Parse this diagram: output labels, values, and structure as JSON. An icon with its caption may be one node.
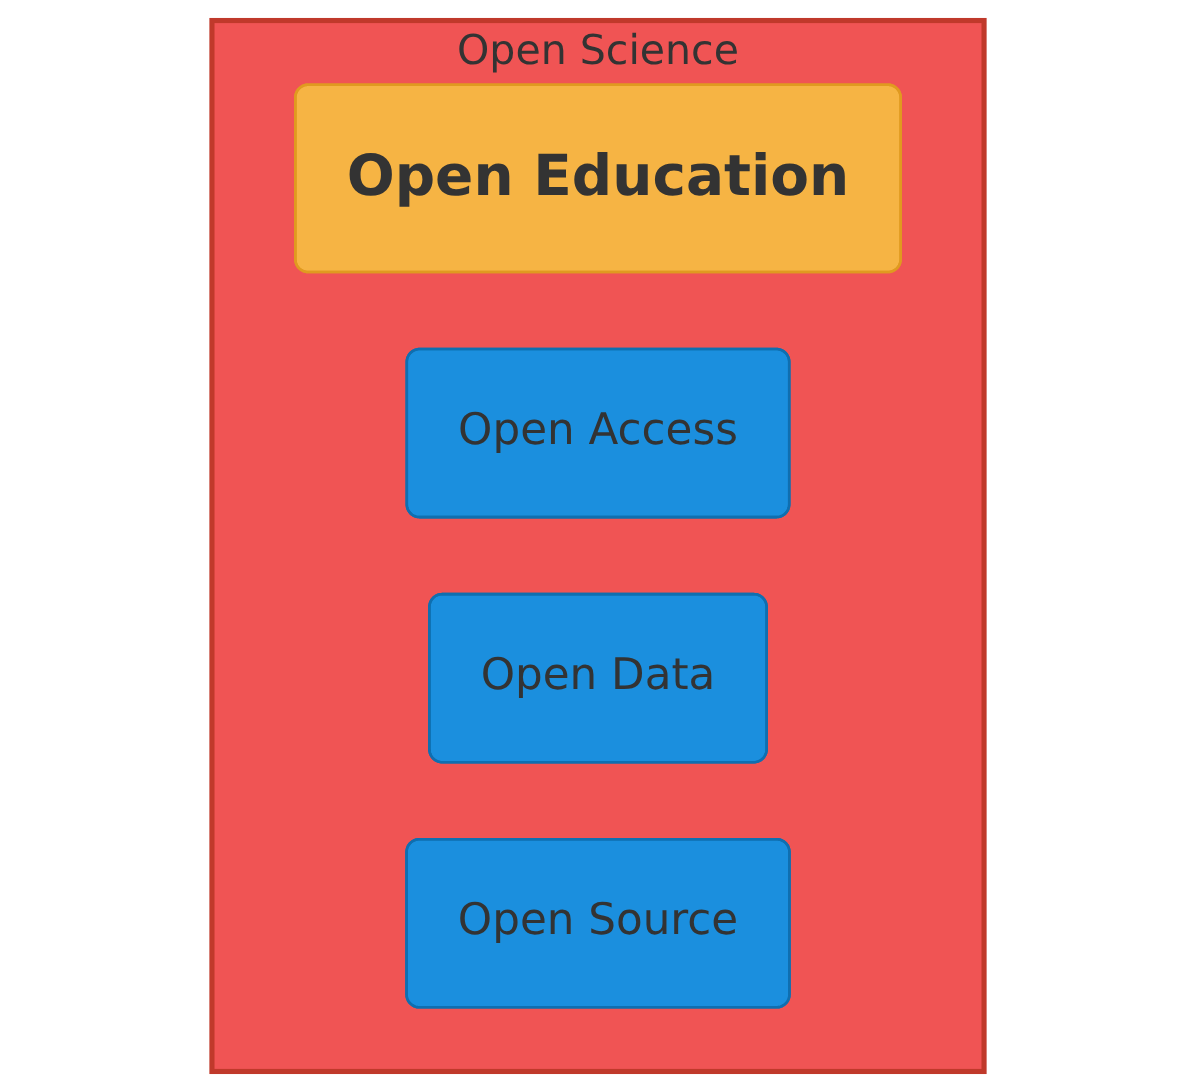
{
  "diagram": {
    "nodes": [
      {
        "text": [
          "Open Science"
        ]
      },
      {
        "text": [
          "Open Education"
        ],
        "in": 0
      },
      {
        "text": [
          "Open Access"
        ],
        "in": 0
      },
      {
        "text": [
          "Open Data"
        ],
        "in": 0
      },
      {
        "text": [
          "Open Source"
        ],
        "in": 0
      }
    ]
  }
}
